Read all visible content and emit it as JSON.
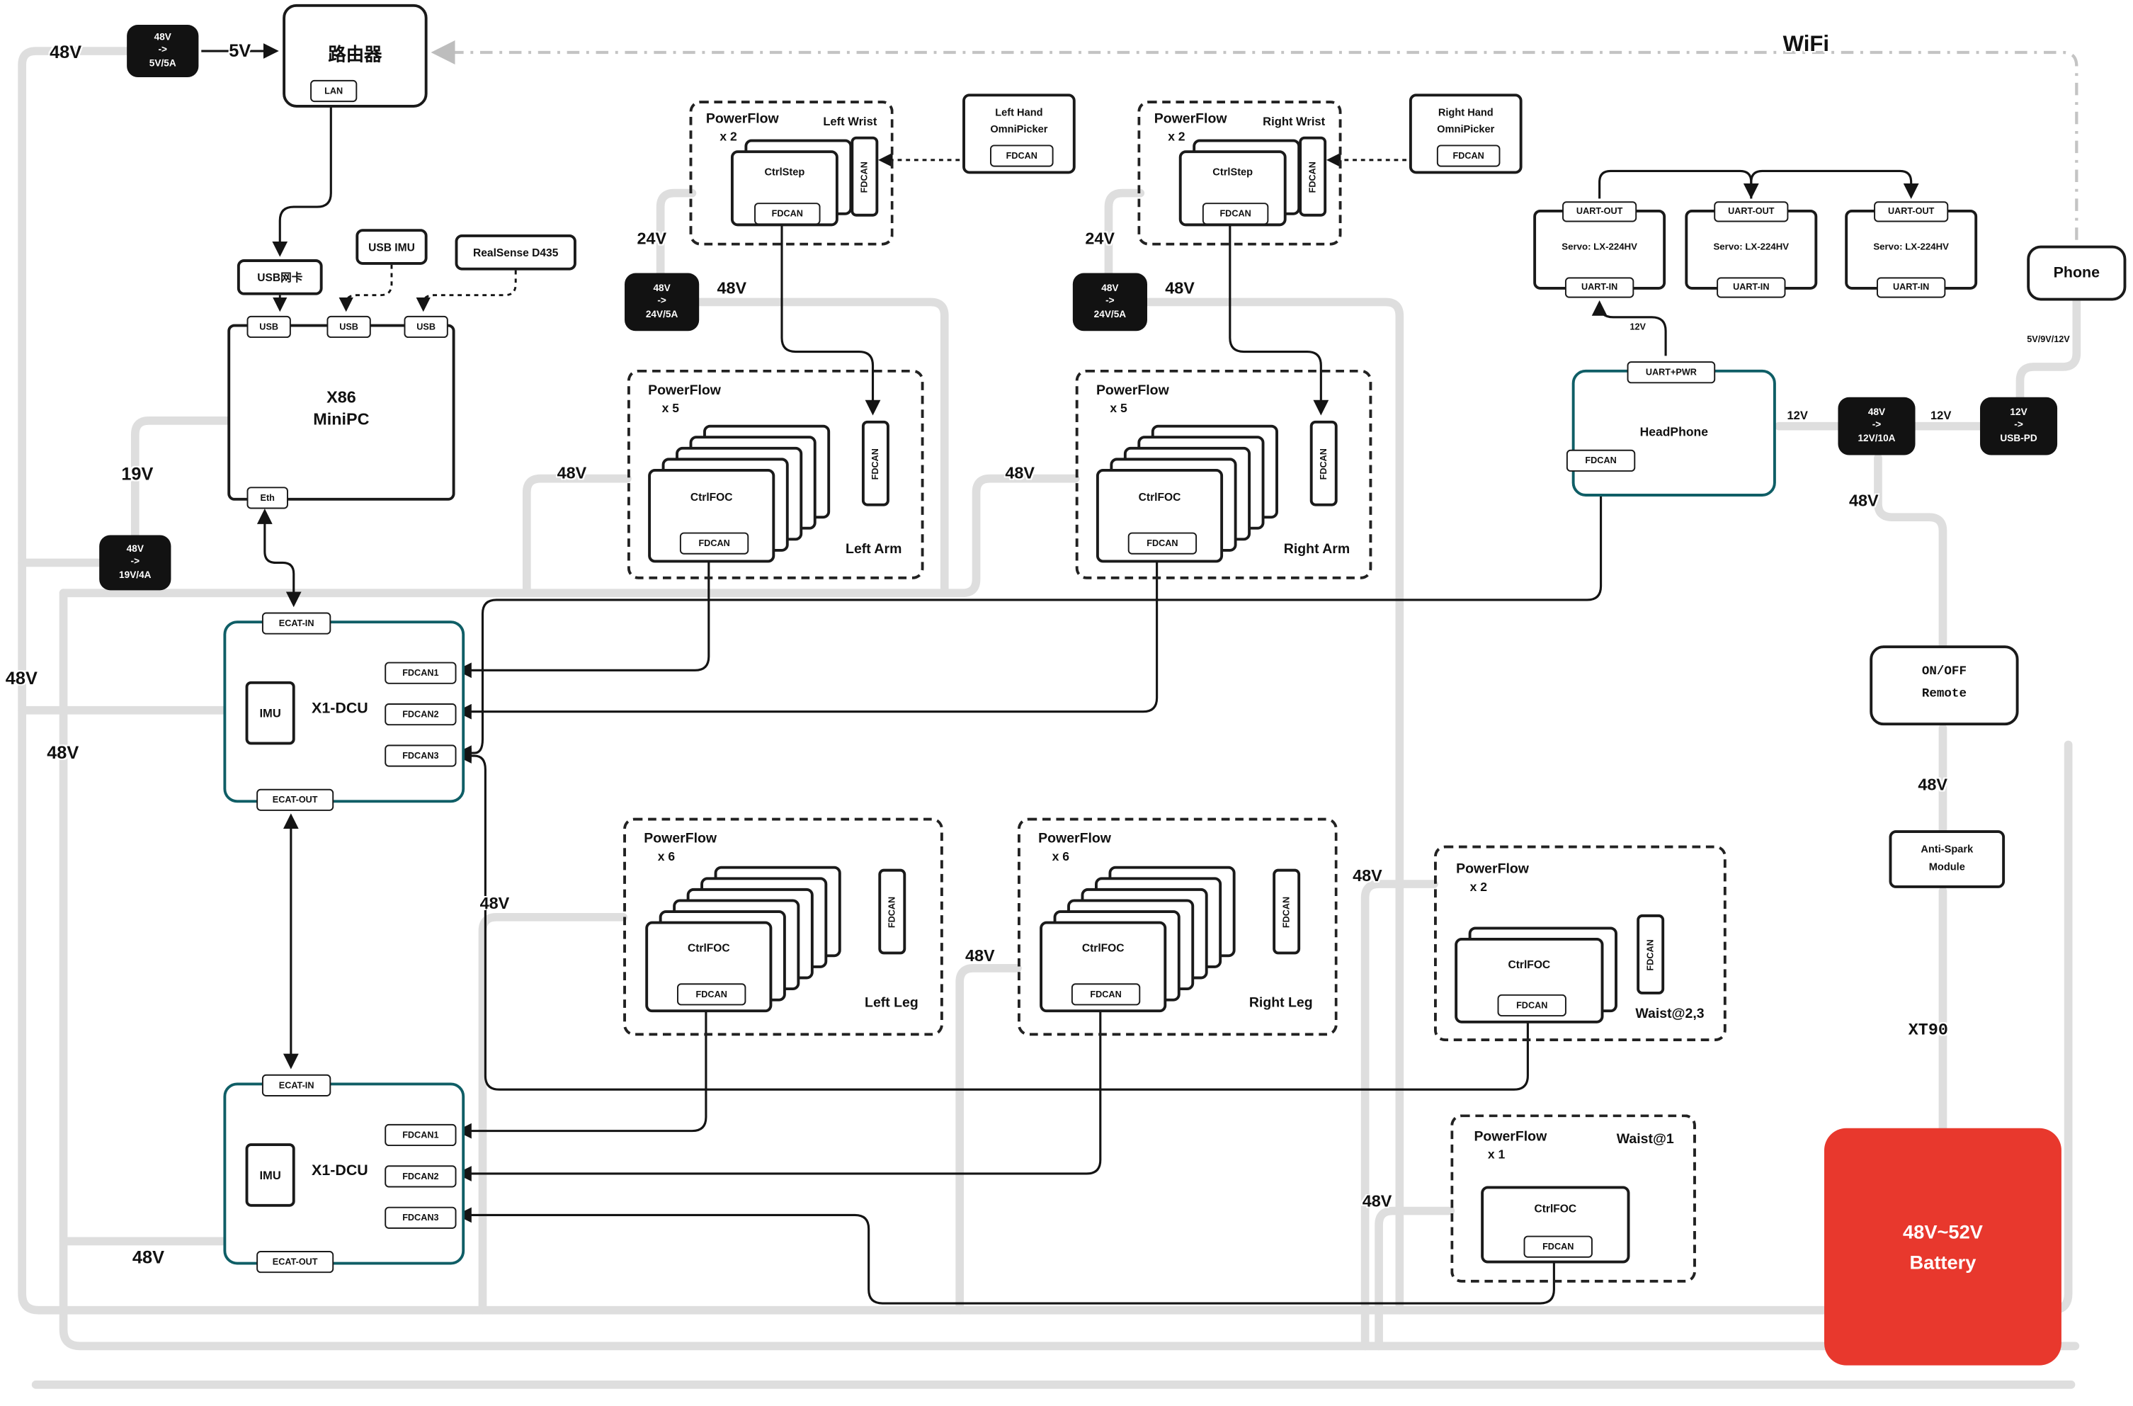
{
  "wifi": "WiFi",
  "voltages": {
    "tl_48v": "48V",
    "tl_5v": "5V",
    "v19": "19V",
    "left_a": "48V",
    "left_b": "48V",
    "dcu2_48v": "48V",
    "la_48v": "48V",
    "lw_24v": "24V",
    "lw_48v": "48V",
    "rw_24v": "24V",
    "rw_48v": "48V",
    "ra_48v": "48V",
    "ll_48v": "48V",
    "rl_48v": "48V",
    "w23_48v": "48V",
    "w1_48v": "48V",
    "hp_12v_line": "12V",
    "hp_12v_right": "12V",
    "mid_12v": "12V",
    "conv12_48v": "48V",
    "remote_48v": "48V",
    "phone_volt": "5V/9V/12V",
    "xt90": "XT90"
  },
  "converters": {
    "c5": [
      "48V",
      "->",
      "5V/5A"
    ],
    "c19": [
      "48V",
      "->",
      "19V/4A"
    ],
    "c24l": [
      "48V",
      "->",
      "24V/5A"
    ],
    "c24r": [
      "48V",
      "->",
      "24V/5A"
    ],
    "c12": [
      "48V",
      "->",
      "12V/10A"
    ],
    "cpd": [
      "12V",
      "->",
      "USB-PD"
    ]
  },
  "router": {
    "title": "路由器",
    "lan": "LAN"
  },
  "pc": {
    "line1": "X86",
    "line2": "MiniPC",
    "usb": "USB",
    "eth": "Eth"
  },
  "peripherals": {
    "nic": "USB网卡",
    "imu": "USB IMU",
    "realsense": "RealSense D435"
  },
  "dcu": {
    "title": "X1-DCU",
    "ecat_in": "ECAT-IN",
    "ecat_out": "ECAT-OUT",
    "imu": "IMU",
    "fdcan1": "FDCAN1",
    "fdcan2": "FDCAN2",
    "fdcan3": "FDCAN3"
  },
  "clusters": {
    "left_wrist": {
      "pf": "PowerFlow",
      "count": "x 2",
      "name": "Left Wrist",
      "ctrl": "CtrlStep",
      "fdcan": "FDCAN"
    },
    "right_wrist": {
      "pf": "PowerFlow",
      "count": "x 2",
      "name": "Right Wrist",
      "ctrl": "CtrlStep",
      "fdcan": "FDCAN"
    },
    "left_arm": {
      "pf": "PowerFlow",
      "count": "x 5",
      "name": "Left Arm",
      "ctrl": "CtrlFOC",
      "fdcan": "FDCAN"
    },
    "right_arm": {
      "pf": "PowerFlow",
      "count": "x 5",
      "name": "Right Arm",
      "ctrl": "CtrlFOC",
      "fdcan": "FDCAN"
    },
    "left_leg": {
      "pf": "PowerFlow",
      "count": "x 6",
      "name": "Left Leg",
      "ctrl": "CtrlFOC",
      "fdcan": "FDCAN"
    },
    "right_leg": {
      "pf": "PowerFlow",
      "count": "x 6",
      "name": "Right Leg",
      "ctrl": "CtrlFOC",
      "fdcan": "FDCAN"
    },
    "waist23": {
      "pf": "PowerFlow",
      "count": "x 2",
      "name": "Waist@2,3",
      "ctrl": "CtrlFOC",
      "fdcan": "FDCAN"
    },
    "waist1": {
      "pf": "PowerFlow",
      "count": "x 1",
      "name": "Waist@1",
      "ctrl": "CtrlFOC",
      "fdcan": "FDCAN"
    }
  },
  "hands": {
    "left": {
      "line1": "Left Hand",
      "line2": "OmniPicker",
      "fdcan": "FDCAN"
    },
    "right": {
      "line1": "Right Hand",
      "line2": "OmniPicker",
      "fdcan": "FDCAN"
    }
  },
  "servos": {
    "out": "UART-OUT",
    "name": "Servo: LX-224HV",
    "in": "UART-IN"
  },
  "headphone": {
    "uart": "UART+PWR",
    "title": "HeadPhone",
    "fdcan": "FDCAN"
  },
  "phone": "Phone",
  "remote": {
    "line1": "ON/OFF",
    "line2": "Remote"
  },
  "antispark": {
    "line1": "Anti-Spark",
    "line2": "Module"
  },
  "battery": {
    "line1": "48V~52V",
    "line2": "Battery"
  }
}
